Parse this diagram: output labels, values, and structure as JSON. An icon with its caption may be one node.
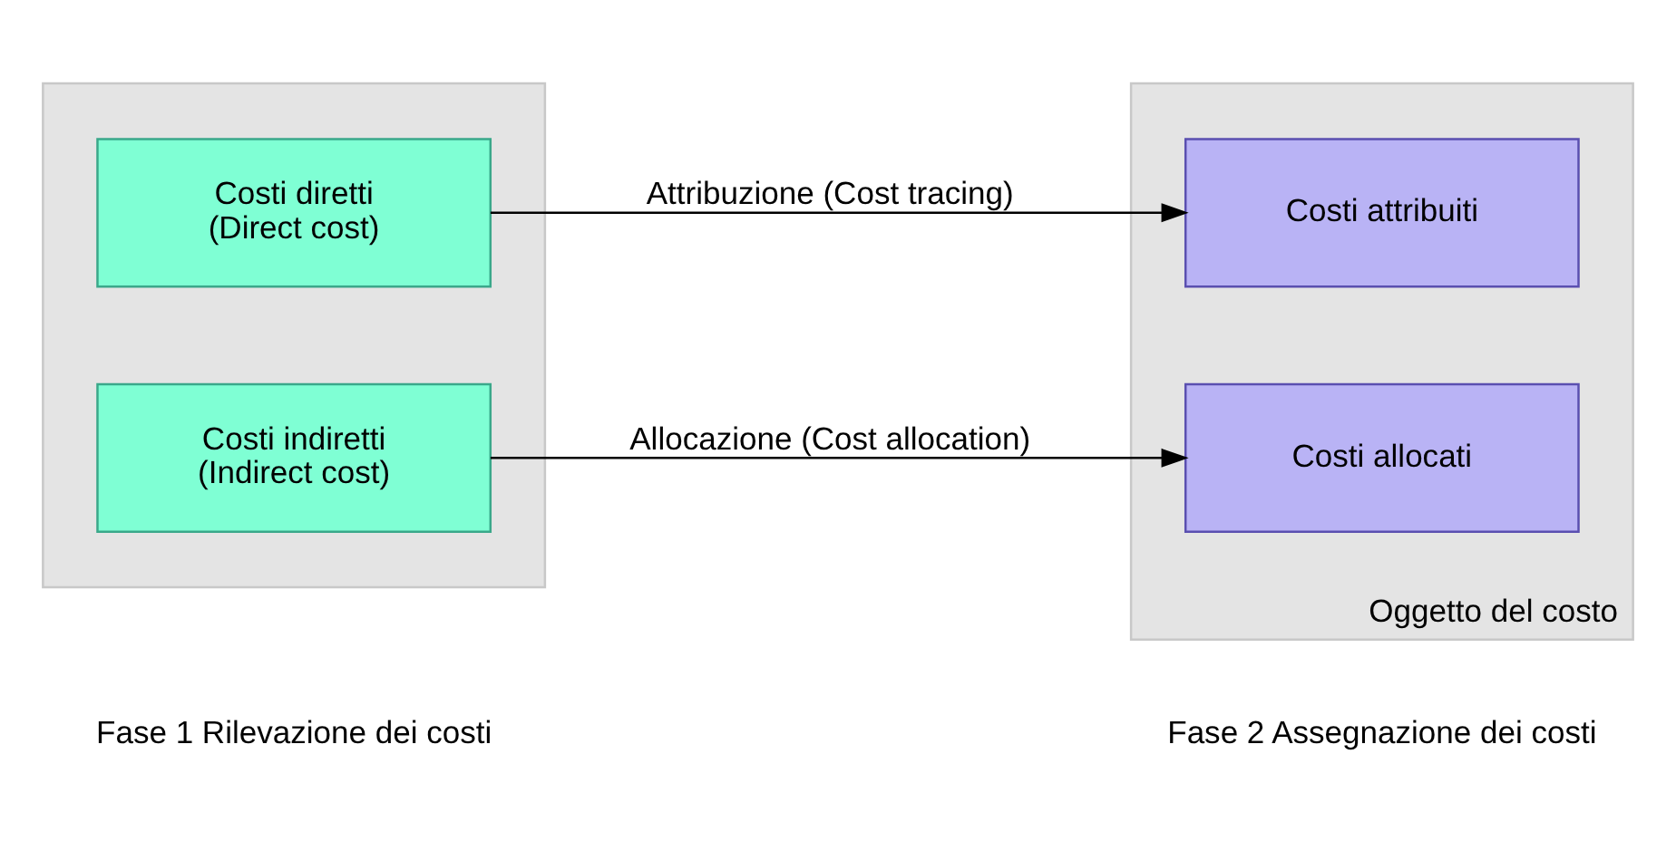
{
  "diagram": {
    "nodes": [
      {
        "text": [],
        "shape": "box"
      },
      {
        "text": [
          "Costi diretti",
          "(Direct cost)"
        ],
        "in": 0
      },
      {
        "text": [
          "Costi indiretti",
          "(Indirect cost)"
        ],
        "in": 0
      },
      {
        "text": [
          "Oggetto del costo"
        ]
      },
      {
        "text": [
          "Costi attribuiti"
        ],
        "in": 3
      },
      {
        "text": [
          "Costi allocati"
        ],
        "in": 3
      }
    ],
    "edges": [
      {
        "from": 1,
        "to": 4,
        "arrow": "to",
        "label": "Attribuzione (Cost tracing)"
      },
      {
        "from": 2,
        "to": 5,
        "arrow": "to",
        "label": "Allocazione (Cost allocation)"
      }
    ],
    "labels": [
      "Fase 1 Rilevazione dei costi",
      "Fase 2 Assegnazione dei costi"
    ]
  }
}
